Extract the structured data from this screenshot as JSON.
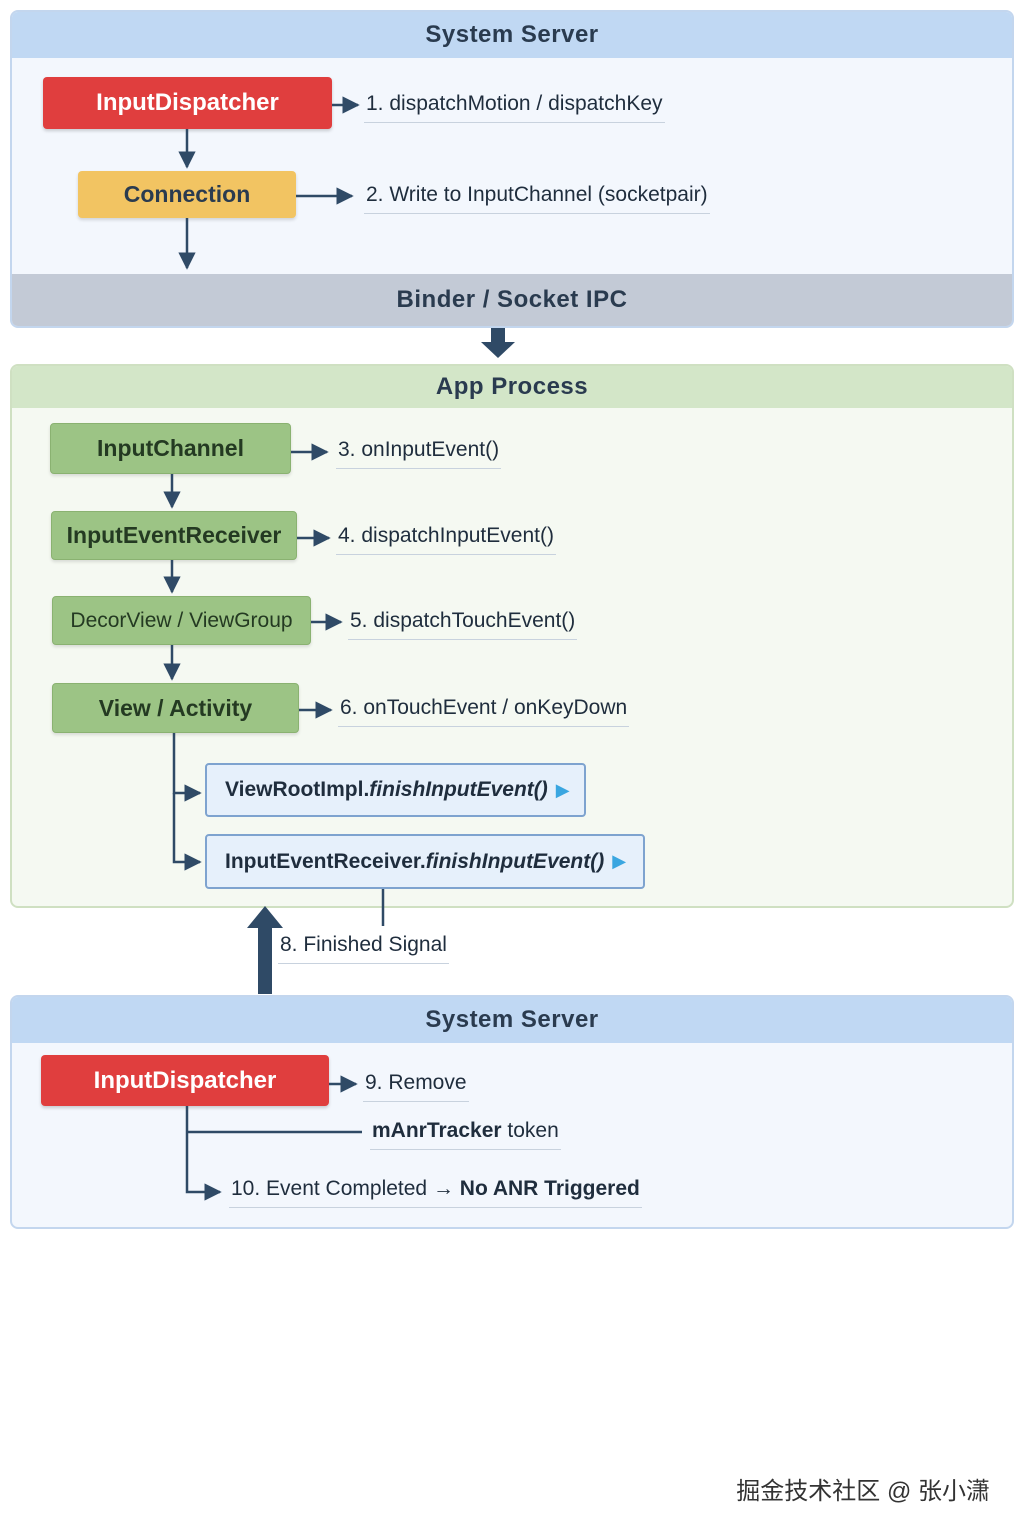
{
  "top_server": {
    "header": "System Server",
    "input_dispatcher": "InputDispatcher",
    "connection": "Connection",
    "step1": "1. dispatchMotion / dispatchKey",
    "step2": "2. Write to InputChannel (socketpair)",
    "ipc": "Binder / Socket IPC"
  },
  "app_process": {
    "header": "App Process",
    "input_channel": "InputChannel",
    "input_event_receiver": "InputEventReceiver",
    "decor_view": "DecorView / ViewGroup",
    "view_activity": "View / Activity",
    "step3": "3. onInputEvent()",
    "step4": "4. dispatchInputEvent()",
    "step5": "5. dispatchTouchEvent()",
    "step6": "6. onTouchEvent / onKeyDown",
    "finish1_prefix": "ViewRootImpl.",
    "finish1_method": "finishInputEvent()",
    "finish2_prefix": "InputEventReceiver.",
    "finish2_method": "finishInputEvent()"
  },
  "finished_signal": "8. Finished Signal",
  "bottom_server": {
    "header": "System Server",
    "input_dispatcher": "InputDispatcher",
    "step9": "9. Remove",
    "anr_field": "mAnrTracker",
    "anr_token": "token",
    "step10_prefix": "10. Event Completed →",
    "step10_result": "No ANR Triggered"
  },
  "watermark": "掘金技术社区 @ 张小潇",
  "colors": {
    "dispatcher_red": "#e03e3e",
    "connection_yellow": "#f2c462",
    "app_green": "#9cc485",
    "server_blue": "#c0d8f3",
    "arrow_navy": "#2f4a66"
  }
}
